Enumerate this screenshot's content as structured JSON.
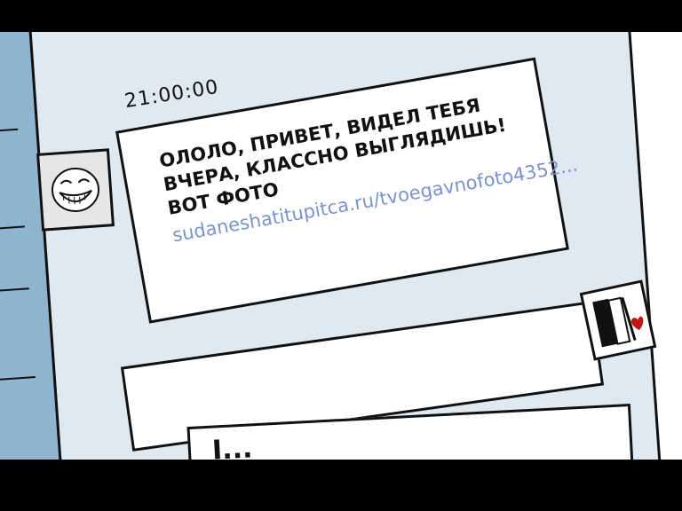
{
  "chat": {
    "timestamp": "21:00:00",
    "message": "ололо, привет, видел тебя вчера, классно выглядишь! вот фото",
    "link": "sudaneshatitupitca.ru/tvoegavnofoto4352...",
    "input_value": "I..."
  },
  "icons": {
    "sender_avatar": "trollface-avatar",
    "user_avatar": "girl-heart-avatar"
  },
  "colors": {
    "link": "#7b93cc",
    "sidebar": "#8fb4cf",
    "background": "#dfe9f1"
  }
}
